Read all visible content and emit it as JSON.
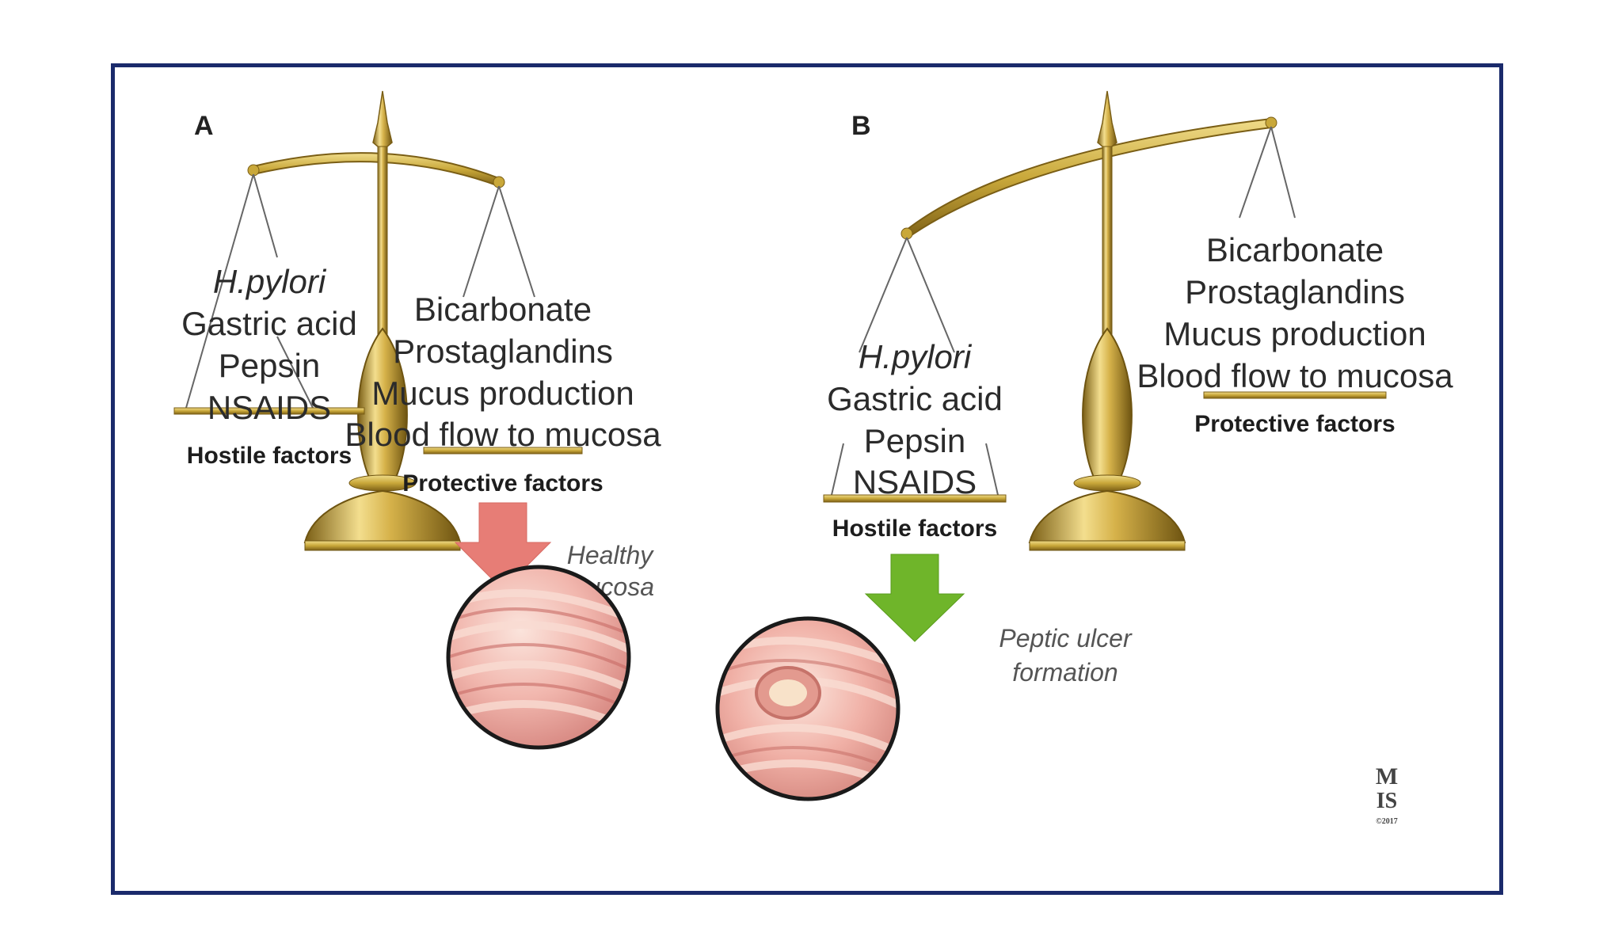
{
  "panels": {
    "a": {
      "letter": "A",
      "hostile": {
        "items": [
          "H.pylori",
          "Gastric acid",
          "Pepsin",
          "NSAIDS"
        ],
        "label": "Hostile factors"
      },
      "protective": {
        "items": [
          "Bicarbonate",
          "Prostaglandins",
          "Mucus production",
          "Blood flow to mucosa"
        ],
        "label": "Protective factors"
      },
      "outcome": {
        "line1": "Healthy",
        "line2": "mucosa"
      },
      "arrow_color": "#e77d76",
      "heavier_side": "protective"
    },
    "b": {
      "letter": "B",
      "hostile": {
        "items": [
          "H.pylori",
          "Gastric acid",
          "Pepsin",
          "NSAIDS"
        ],
        "label": "Hostile factors"
      },
      "protective": {
        "items": [
          "Bicarbonate",
          "Prostaglandins",
          "Mucus production",
          "Blood flow to mucosa"
        ],
        "label": "Protective factors"
      },
      "outcome": {
        "line1": "Peptic ulcer",
        "line2": "formation"
      },
      "arrow_color": "#6fb52a",
      "heavier_side": "hostile"
    }
  },
  "logo": {
    "line1": "M",
    "line2": "IS",
    "small": "©2017"
  },
  "colors": {
    "frame": "#1a2a6b",
    "brass": "#c9a83a",
    "brass_dark": "#8a6d1c",
    "brass_light": "#f0dc8a",
    "mucosa": "#f2b7b5",
    "mucosa_dark": "#d9837f"
  }
}
